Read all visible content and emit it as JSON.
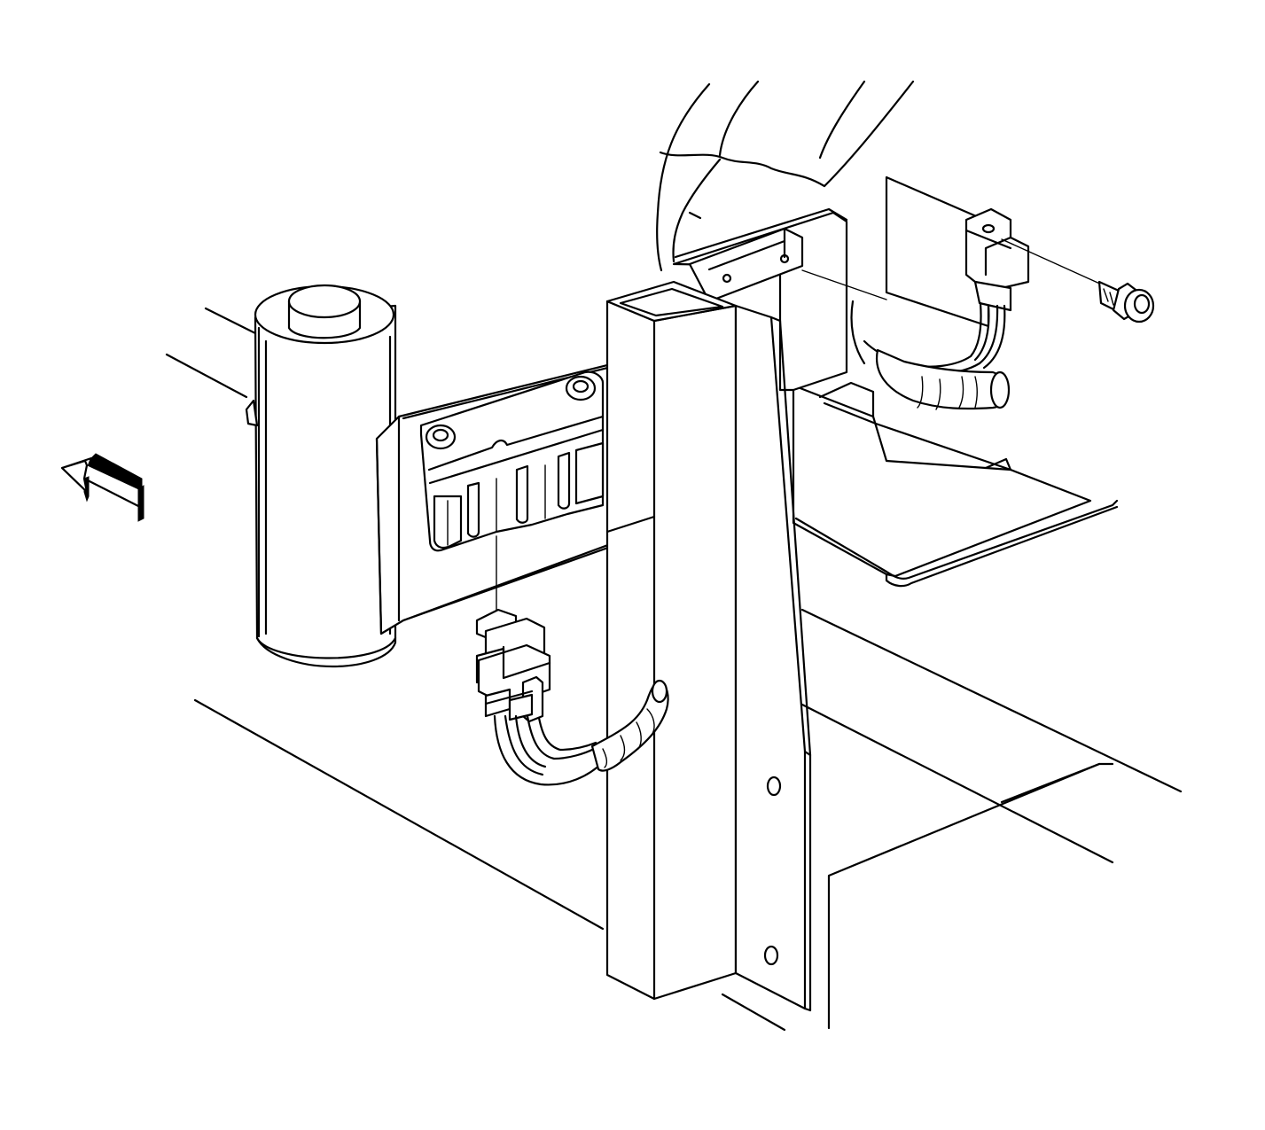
{
  "figure": {
    "kind": "technical line illustration",
    "background": "#ffffff",
    "stroke_color": "#000000",
    "parts": [
      "direction-arrow-icon",
      "cylindrical-canister",
      "mounting-bracket",
      "relay-center-plate",
      "mounting-bolt",
      "relay-connector",
      "wiring-harness",
      "vertical-pillar",
      "upper-bracket",
      "remote-sensor-module",
      "retaining-screw",
      "floor-panel",
      "wheel-well"
    ]
  }
}
